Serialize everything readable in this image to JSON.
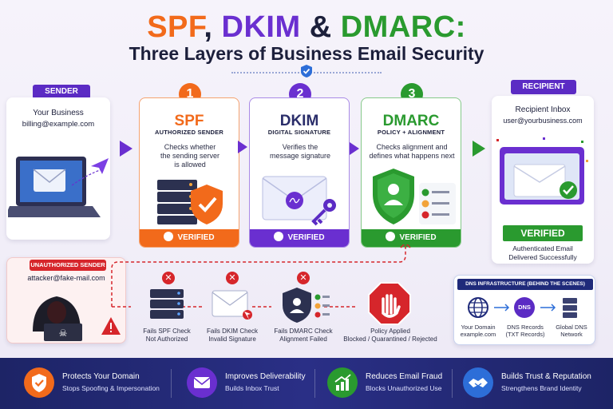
{
  "title": {
    "spf": "SPF",
    "comma": ",",
    "dkim": "DKIM",
    "amp": "&",
    "dmarc": "DMARC:"
  },
  "subtitle": "Three Layers of Business Email Security",
  "sender": {
    "badge": "SENDER",
    "name": "Your Business",
    "email": "billing@example.com"
  },
  "recipient": {
    "badge": "RECIPIENT",
    "name": "Recipient Inbox",
    "email": "user@yourbusiness.com",
    "verified_label": "VERIFIED",
    "status_line1": "Authenticated Email",
    "status_line2": "Delivered Successfully"
  },
  "steps": [
    {
      "number": "1",
      "name": "SPF",
      "subtitle": "AUTHORIZED SENDER",
      "desc_line1": "Checks whether",
      "desc_line2": "the sending server",
      "desc_line3": "is allowed",
      "verified": "VERIFIED",
      "color": "#f26a1b"
    },
    {
      "number": "2",
      "name": "DKIM",
      "subtitle": "DIGITAL SIGNATURE",
      "desc_line1": "Verifies the",
      "desc_line2": "message signature",
      "desc_line3": "",
      "verified": "VERIFIED",
      "color": "#6a2fd0"
    },
    {
      "number": "3",
      "name": "DMARC",
      "subtitle": "POLICY + ALIGNMENT",
      "desc_line1": "Checks alignment and",
      "desc_line2": "defines what happens next",
      "desc_line3": "",
      "verified": "VERIFIED",
      "color": "#2a9a2f"
    }
  ],
  "unauthorized": {
    "badge": "UNAUTHORIZED SENDER",
    "email": "attacker@fake-mail.com"
  },
  "failures": [
    {
      "line1": "Fails SPF Check",
      "line2": "Not Authorized"
    },
    {
      "line1": "Fails DKIM Check",
      "line2": "Invalid Signature"
    },
    {
      "line1": "Fails DMARC Check",
      "line2": "Alignment Failed"
    },
    {
      "line1": "Policy Applied",
      "line2": "Blocked / Quarantined / Rejected"
    }
  ],
  "dns": {
    "title": "DNS INFRASTRUCTURE (BEHIND THE SCENES)",
    "domain_line1": "Your Domain",
    "domain_line2": "example.com",
    "dns_label": "DNS",
    "records_line1": "DNS Records",
    "records_line2": "(TXT Records)",
    "global_line1": "Global DNS",
    "global_line2": "Network"
  },
  "features": [
    {
      "title": "Protects Your Domain",
      "sub": "Stops Spoofing & Impersonation",
      "icon": "shield-check-icon",
      "color": "#f26a1b"
    },
    {
      "title": "Improves Deliverability",
      "sub": "Builds Inbox Trust",
      "icon": "envelope-icon",
      "color": "#6a2fd0"
    },
    {
      "title": "Reduces Email Fraud",
      "sub": "Blocks Unauthorized Use",
      "icon": "chart-up-icon",
      "color": "#2a9a2f"
    },
    {
      "title": "Builds Trust & Reputation",
      "sub": "Strengthens Brand Identity",
      "icon": "handshake-icon",
      "color": "#2d6ed8"
    }
  ]
}
